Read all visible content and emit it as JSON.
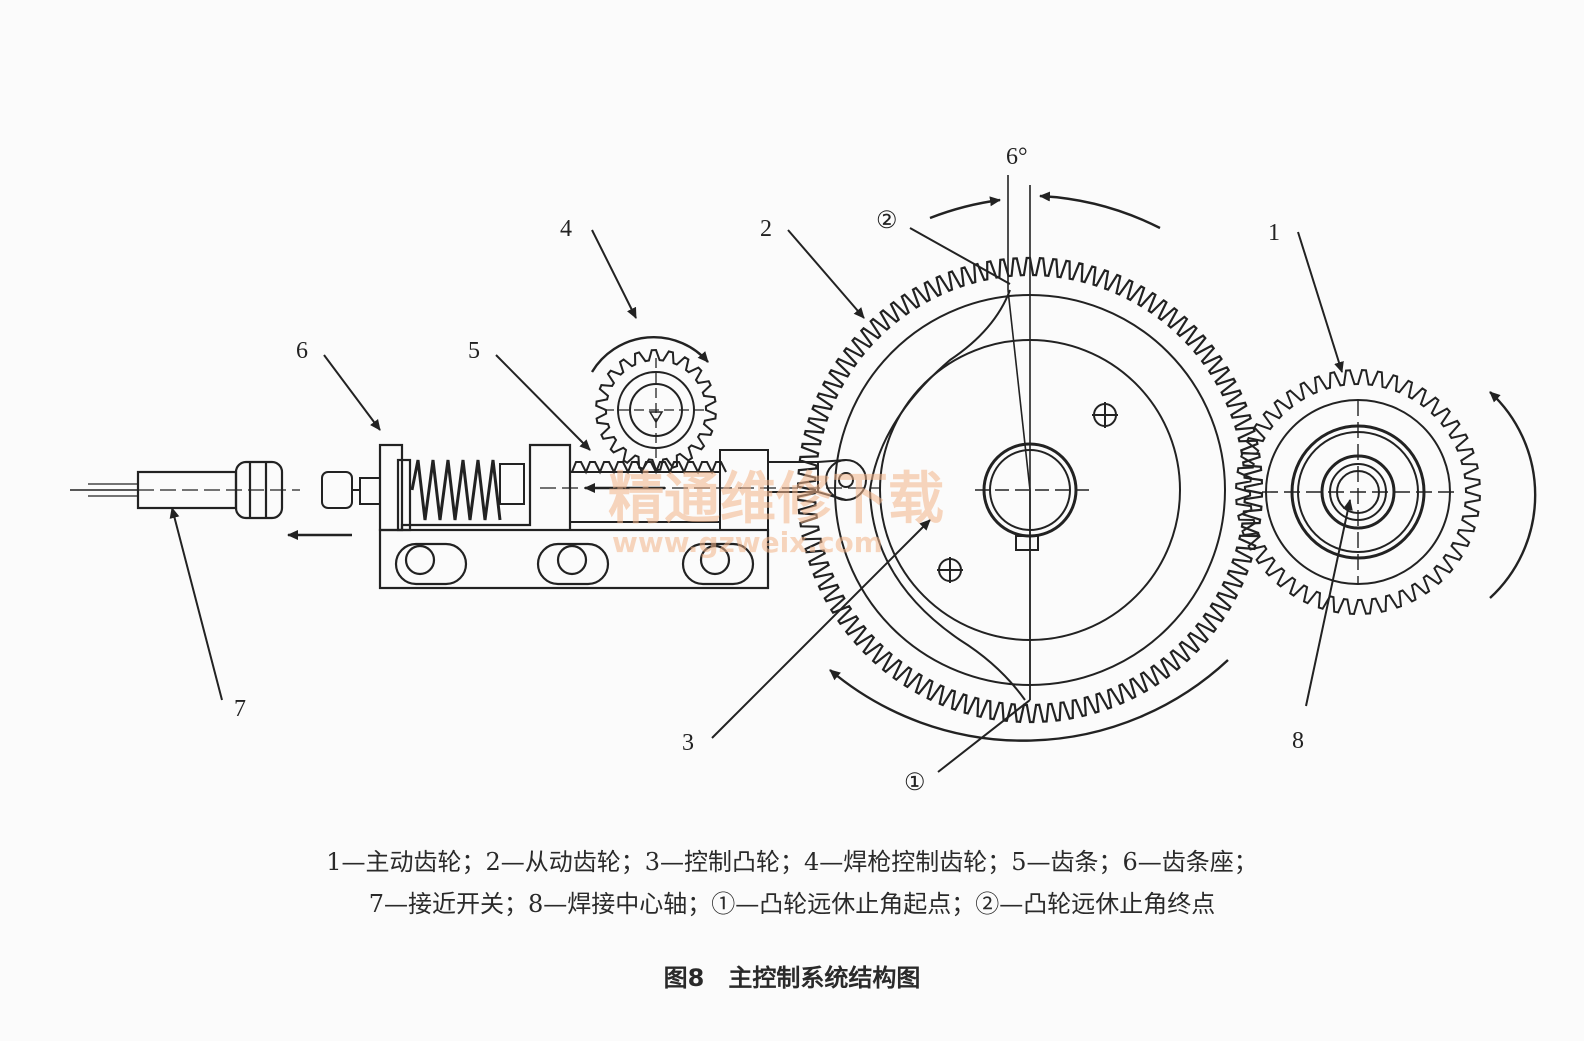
{
  "diagram": {
    "part_numbers": [
      "1",
      "2",
      "3",
      "4",
      "5",
      "6",
      "7",
      "8"
    ],
    "circled_points": [
      "①",
      "②"
    ],
    "angle_label": "6°"
  },
  "watermark": {
    "cn": "精通维修下载",
    "url": "www.gzweix.com"
  },
  "caption": {
    "legend_line1": "1—主动齿轮；2—从动齿轮；3—控制凸轮；4—焊枪控制齿轮；5—齿条；6—齿条座；",
    "legend_line2": "7—接近开关；8—焊接中心轴；①—凸轮远休止角起点；②—凸轮远休止角终点",
    "figure_title": "图8　主控制系统结构图"
  }
}
